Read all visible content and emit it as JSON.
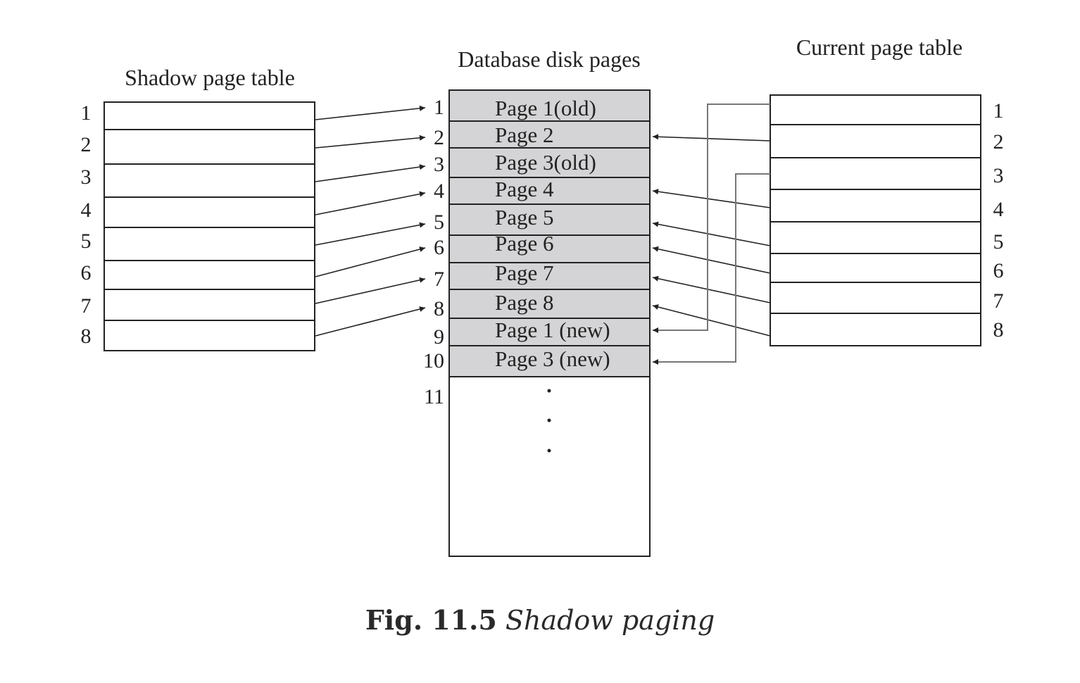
{
  "shadow_table": {
    "title": "Shadow page table",
    "row_labels": [
      "1",
      "2",
      "3",
      "4",
      "5",
      "6",
      "7",
      "8"
    ]
  },
  "disk_pages": {
    "title": "Database disk pages",
    "row_numbers": [
      "1",
      "2",
      "3",
      "4",
      "5",
      "6",
      "7",
      "8",
      "9",
      "10",
      "11"
    ],
    "pages": [
      "Page 1(old)",
      "Page 2",
      "Page 3(old)",
      "Page 4",
      "Page 5",
      "Page 6",
      "Page 7",
      "Page 8",
      "Page 1 (new)",
      "Page 3 (new)"
    ],
    "ellipsis": [
      "•",
      "•",
      "•"
    ],
    "fill_color": "#d4d4d6"
  },
  "current_table": {
    "title": "Current page table",
    "row_labels": [
      "1",
      "2",
      "3",
      "4",
      "5",
      "6",
      "7",
      "8"
    ]
  },
  "caption": {
    "number": "Fig. 11.5",
    "text": "Shadow paging"
  }
}
